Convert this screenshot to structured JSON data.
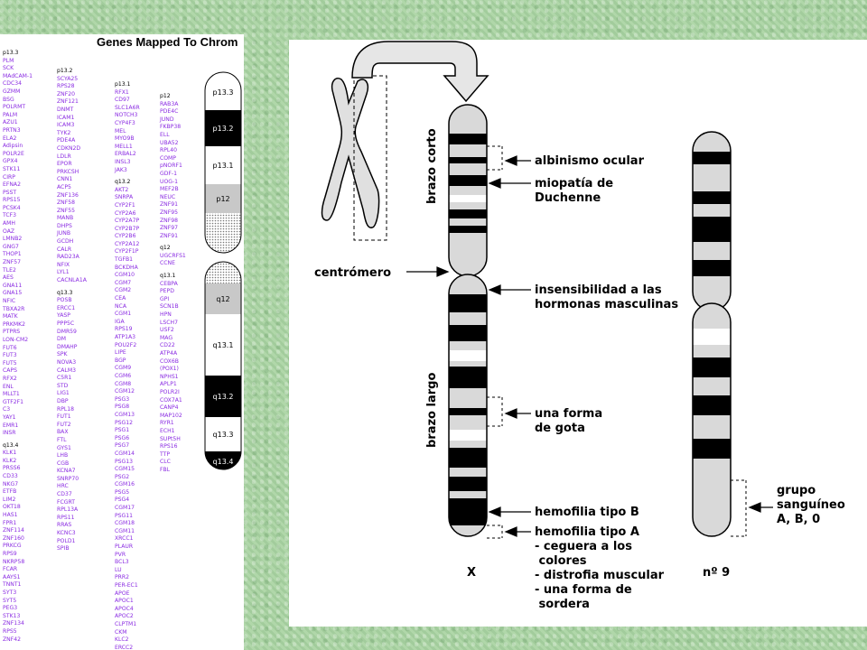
{
  "left": {
    "title": "Genes Mapped To Chrom",
    "columns": [
      [
        {
          "band": "p13.3"
        },
        "PLM",
        "SCK",
        "MAdCAM-1",
        "CDC34",
        "GZMM",
        "BSG",
        "POLRMT",
        "PALM",
        "AZU1",
        "PRTN3",
        "ELA2",
        "Adipsin",
        "POLR2E",
        "GPX4",
        "STK11",
        "CIRP",
        "EFNA2",
        "PSST",
        "RPS15",
        "PCSK4",
        "TCF3",
        "AMH",
        "OAZ",
        "LMNB2",
        "GNG7",
        "THOP1",
        "ZNF57",
        "TLE2",
        "AES",
        "GNA11",
        "GNA15",
        "NFIC",
        "TBXA2R",
        "MATK",
        "PRKMK2",
        "PTPRS",
        "LON-CM2",
        "FUT6",
        "FUT3",
        "FUT5",
        "CAPS",
        "RFX2",
        "ENL",
        "MLLT1",
        "GTF2F1",
        "C3",
        "YAY1",
        "EMR1",
        "INSR",
        {
          "band": "q13.4"
        },
        "KLK1",
        "KLK2",
        "PRSS6",
        "CD33",
        "NKG7",
        "ETFB",
        "LIM2",
        "OKT18",
        "HAS1",
        "FPR1",
        "ZNF114",
        "ZNF160",
        "PRKCG",
        "RPS9",
        "NKRP58",
        "FCAR",
        "AAYS1",
        "TNNT1",
        "SYT3",
        "SYT5",
        "PEG3",
        "STK13",
        "ZNF134",
        "RPS5",
        "ZNF42"
      ],
      [
        {
          "band": "p13.2"
        },
        "SCYA25",
        "RPS28",
        "ZNF20",
        "ZNF121",
        "DNMT",
        "ICAM1",
        "ICAM3",
        "TYK2",
        "PDE4A",
        "CDKN2D",
        "LDLR",
        "EPOR",
        "PRKCSH",
        "CNN1",
        "ACP5",
        "ZNF136",
        "ZNF58",
        "ZNF55",
        "MANB",
        "DHPS",
        "JUNB",
        "GCDH",
        "CALR",
        "RAD23A",
        "NFIX",
        "LYL1",
        "CACNLA1A",
        {
          "band": "q13.3"
        },
        "POSB",
        "ERCC1",
        "YASP",
        "PPP5C",
        "DMR59",
        "DM",
        "DMAHP",
        "SPK",
        "NOVA3",
        "CALM3",
        "C5R1",
        "STD",
        "LIG1",
        "DBP",
        "RPL18",
        "FUT1",
        "FUT2",
        "BAX",
        "FTL",
        "GYS1",
        "LHB",
        "CGB",
        "KCNA7",
        "SNRP70",
        "HRC",
        "CD37",
        "FCGRT",
        "RPL13A",
        "RPS11",
        "RRAS",
        "KCNC3",
        "POLD1",
        "SPIB"
      ],
      [
        {
          "band": "p13.1"
        },
        "RFX1",
        "CD97",
        "SLC1A6R",
        "NOTCH3",
        "CYP4F3",
        "MEL",
        "MYO9B",
        "MELL1",
        "ERBAL2",
        "INSL3",
        "JAK3",
        {
          "band": "q13.2"
        },
        "AKT2",
        "SNRPA",
        "CYP2F1",
        "CYP2A6",
        "CYP2A7P",
        "CYP2B7P",
        "CYP2B6",
        "CYP2A12",
        "CYP2F1P",
        "TGFB1",
        "BCKDHA",
        "CGM10",
        "CGM7",
        "CGM2",
        "CEA",
        "NCA",
        "CGM1",
        "IGA",
        "RPS19",
        "ATP1A3",
        "POU2F2",
        "LIPE",
        "BGP",
        "CGM9",
        "CGM6",
        "CGM8",
        "CGM12",
        "PSG3",
        "PSG8",
        "CGM13",
        "PSG12",
        "PSG1",
        "PSG6",
        "PSG7",
        "CGM14",
        "PSG13",
        "CGM15",
        "PSG2",
        "CGM16",
        "PSG5",
        "PSG4",
        "CGM17",
        "PSG11",
        "CGM18",
        "CGM11",
        "XRCC1",
        "PLAUR",
        "PVR",
        "BCL3",
        "LU",
        "PRR2",
        "PER-EC1",
        "APOE",
        "APOC1",
        "APOC4",
        "APOC2",
        "CLPTM1",
        "CKM",
        "KLC2",
        "ERCC2"
      ],
      [
        {
          "band": "p12"
        },
        "RAB3A",
        "PDE4C",
        "JUND",
        "FKBP38",
        "ELL",
        "UBA52",
        "RPL40",
        "COMP",
        "pNORF1",
        "GDF-1",
        "UOG-1",
        "MEF2B",
        "NEUC",
        "ZNF91",
        "ZNF95",
        "ZNF98",
        "ZNF97",
        "ZNF91",
        {
          "band": "q12"
        },
        "UGCRFS1",
        "CCNE",
        {
          "band": "q13.1"
        },
        "CEBPA",
        "PEPD",
        "GPI",
        "SCN1B",
        "HPN",
        "LSCH7",
        "USF2",
        "MAG",
        "CD22",
        "ATP4A",
        "COX6B",
        "(POX1)",
        "NPHS1",
        "APLP1",
        "POLR2I",
        "COX7A1",
        "CANP4",
        "MAP102",
        "RYR1",
        "ECH1",
        "SUPt5H",
        "RPS16",
        "TTP",
        "CLC",
        "FBL"
      ]
    ],
    "ideogram_bands": [
      "p13.3",
      "p13.2",
      "p13.1",
      "p12",
      "q12",
      "q13.1",
      "q13.2",
      "q13.3",
      "q13.4"
    ]
  },
  "right": {
    "arm_labels": {
      "short": "brazo corto",
      "long": "brazo largo"
    },
    "centromere_label": "centrómero",
    "x_annotations": [
      {
        "lines": [
          "albinismo ocular"
        ]
      },
      {
        "lines": [
          "miopatía de",
          "Duchenne"
        ]
      },
      {
        "lines": [
          "insensibilidad a las",
          "hormonas masculinas"
        ]
      },
      {
        "lines": [
          "una forma",
          "de gota"
        ]
      },
      {
        "lines": [
          "hemofilia tipo B"
        ]
      },
      {
        "lines": [
          "hemofilia tipo A",
          "-  ceguera a los",
          "   colores",
          "-  distrofia muscular",
          "-  una forma de",
          "   sordera"
        ]
      }
    ],
    "chr9_annotation": {
      "lines": [
        "grupo",
        "sanguíneo",
        "A, B, 0"
      ]
    },
    "chromosome_labels": {
      "x": "X",
      "nine": "nº 9"
    }
  }
}
